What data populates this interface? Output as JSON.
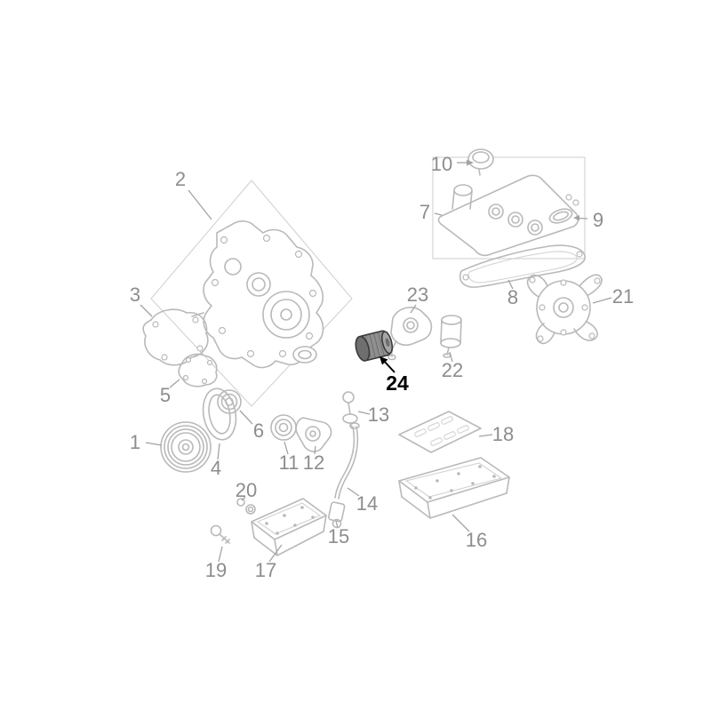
{
  "diagram": {
    "highlighted_part": "24",
    "colors": {
      "bg": "#ffffff",
      "line": "#b9b9b9",
      "line-light": "#d2d2d2",
      "label": "#8d8d8d",
      "leader": "#a3a3a3",
      "highlight": "#000000",
      "part-fill": "#8f8f8f",
      "part-dark": "#6f6f6f",
      "part-light": "#a6a6a6",
      "part-stroke": "#3a3a3a"
    },
    "labels": [
      "1",
      "2",
      "3",
      "4",
      "5",
      "6",
      "7",
      "8",
      "9",
      "10",
      "11",
      "12",
      "13",
      "14",
      "15",
      "16",
      "17",
      "18",
      "19",
      "20",
      "21",
      "22",
      "23",
      "24"
    ]
  }
}
